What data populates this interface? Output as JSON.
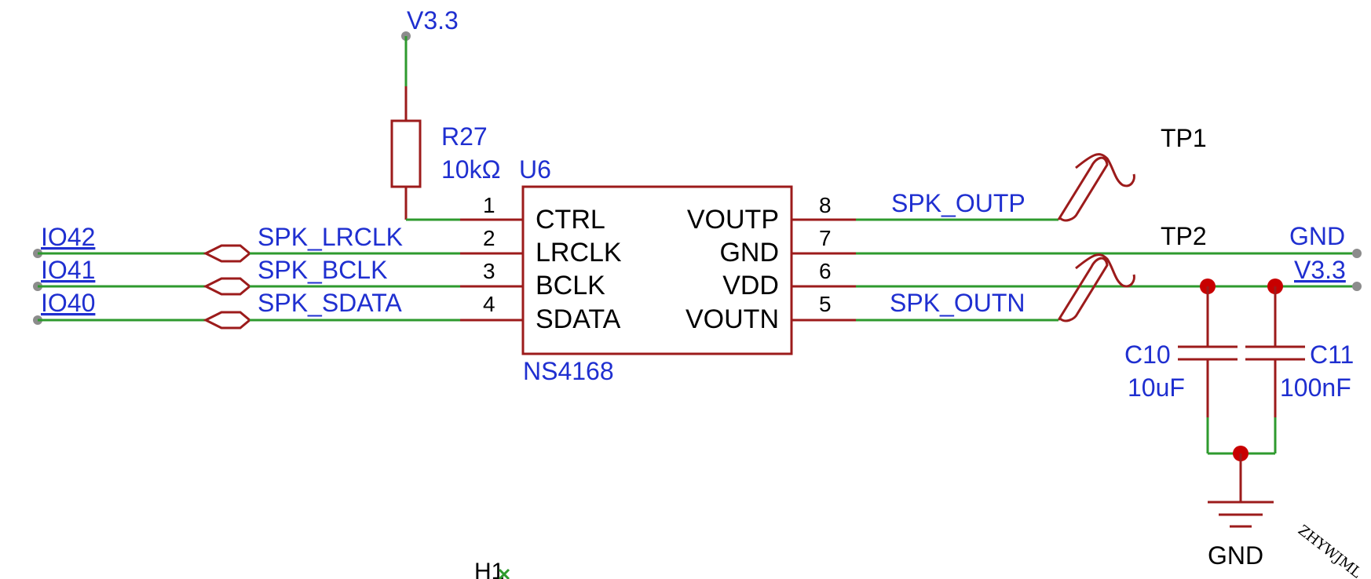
{
  "power": {
    "v33_top": "V3.3",
    "gnd_right": "GND",
    "v33_right": "V3.3",
    "gnd_bottom": "GND"
  },
  "resistor": {
    "ref": "R27",
    "value": "10kΩ"
  },
  "ic": {
    "ref": "U6",
    "part": "NS4168",
    "left_pins": [
      {
        "num": "1",
        "name": "CTRL"
      },
      {
        "num": "2",
        "name": "LRCLK"
      },
      {
        "num": "3",
        "name": "BCLK"
      },
      {
        "num": "4",
        "name": "SDATA"
      }
    ],
    "right_pins": [
      {
        "num": "8",
        "name": "VOUTP"
      },
      {
        "num": "7",
        "name": "GND"
      },
      {
        "num": "6",
        "name": "VDD"
      },
      {
        "num": "5",
        "name": "VOUTN"
      }
    ]
  },
  "nets": {
    "io": [
      "IO42",
      "IO41",
      "IO40"
    ],
    "spk_in": [
      "SPK_LRCLK",
      "SPK_BCLK",
      "SPK_SDATA"
    ],
    "spk_outp": "SPK_OUTP",
    "spk_outn": "SPK_OUTN"
  },
  "testpoints": {
    "tp1": "TP1",
    "tp2": "TP2"
  },
  "caps": [
    {
      "ref": "C10",
      "value": "10uF"
    },
    {
      "ref": "C11",
      "value": "100nF"
    }
  ],
  "misc": {
    "h1": "H1",
    "watermark": "ZHYWJML"
  }
}
